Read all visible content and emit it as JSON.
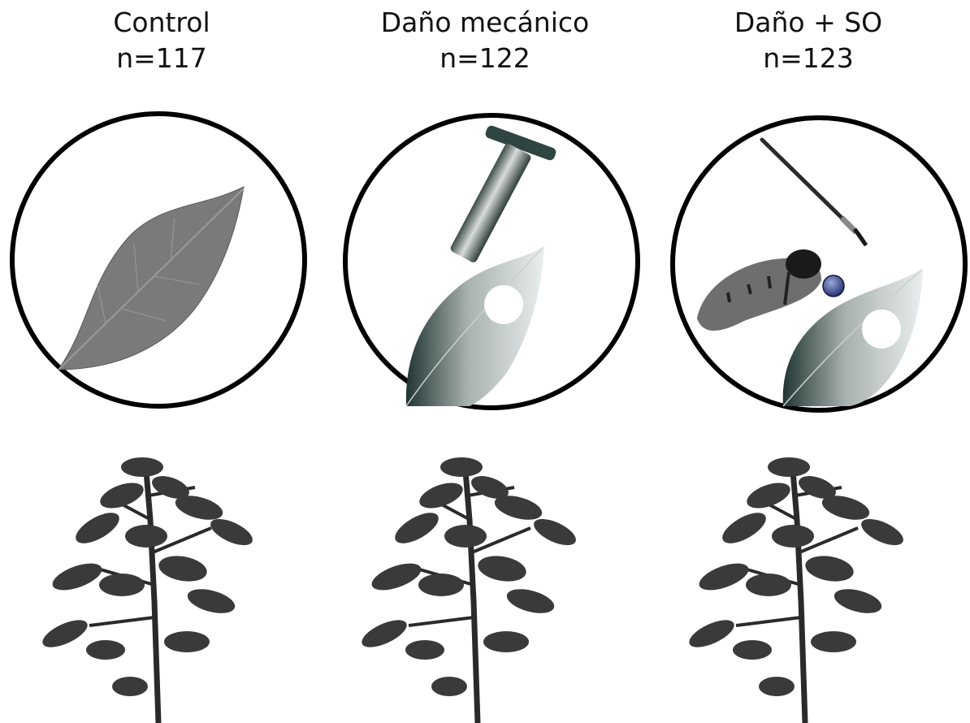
{
  "groups": [
    {
      "title": "Control",
      "n": "n=117",
      "icon": "leaf-icon"
    },
    {
      "title": "Daño mecánico",
      "n": "n=122",
      "icon": "punch-tool-icon"
    },
    {
      "title": "Daño + SO",
      "n": "n=123",
      "icon": "paintbrush-icon"
    }
  ],
  "colors": {
    "ring": "#000000",
    "leaf_gray": "#7a7a7a",
    "leaf_dark": "#203532",
    "plant": "#3a3a3a",
    "droplet": "#2a3a7a"
  }
}
